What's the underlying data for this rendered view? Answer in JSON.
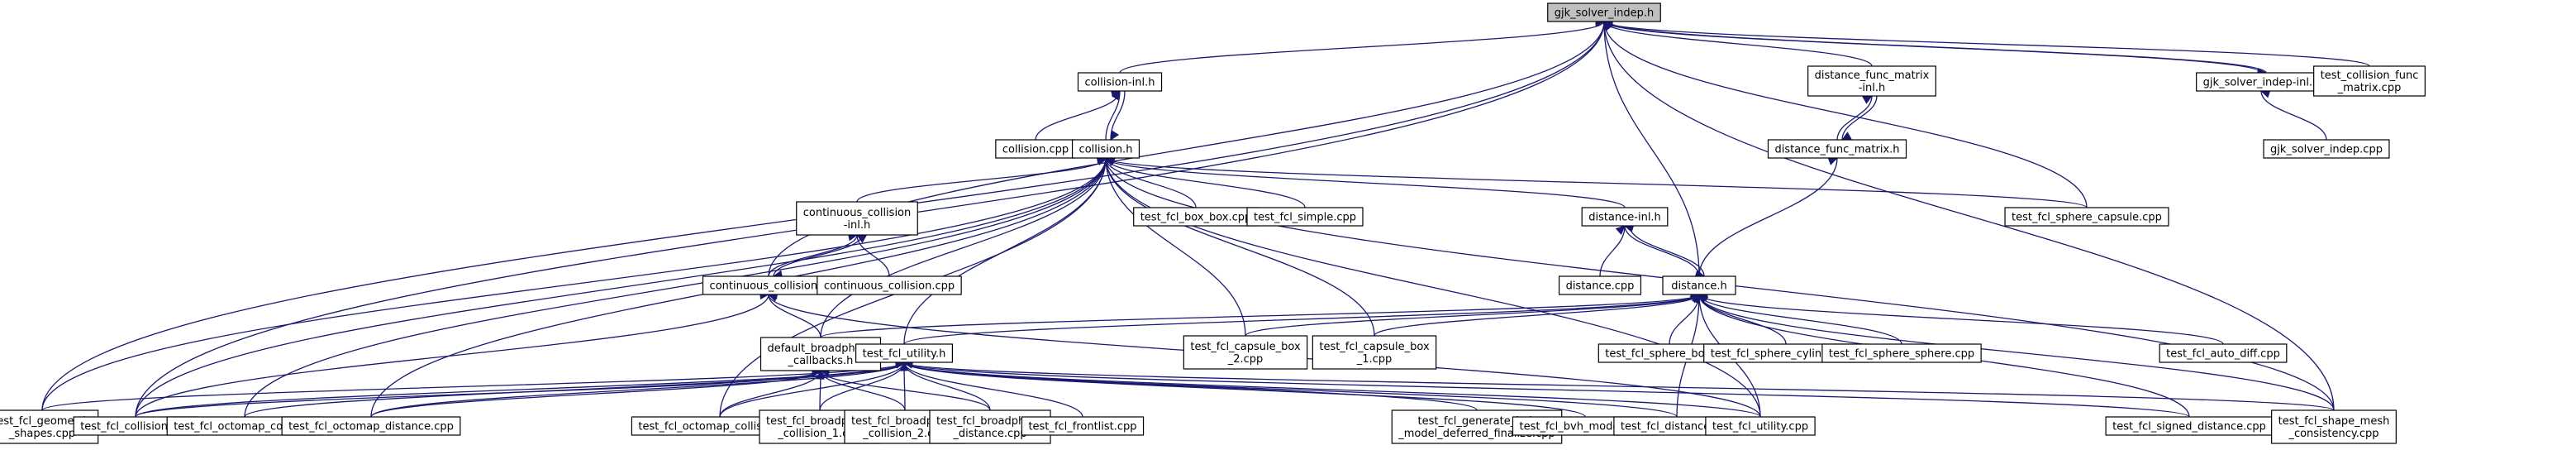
{
  "graph": {
    "type": "include-dependency-graph",
    "root": "gjk_solver_indep",
    "colors": {
      "edge": "#191970",
      "root_fill": "#bfbfbf",
      "node_fill": "#ffffff",
      "node_border": "#000000"
    },
    "nodes": [
      {
        "id": "gjk_solver_indep",
        "lines": [
          "gjk_solver_indep.h"
        ],
        "root": true
      },
      {
        "id": "collision_inl",
        "lines": [
          "collision-inl.h"
        ]
      },
      {
        "id": "distance_func_matrix_inl",
        "lines": [
          "distance_func_matrix",
          "-inl.h"
        ]
      },
      {
        "id": "gjk_solver_indep_inl",
        "lines": [
          "gjk_solver_indep-inl.h"
        ]
      },
      {
        "id": "test_collision_func_matrix",
        "lines": [
          "test_collision_func",
          "_matrix.cpp"
        ]
      },
      {
        "id": "collision_cpp",
        "lines": [
          "collision.cpp"
        ]
      },
      {
        "id": "collision_h",
        "lines": [
          "collision.h"
        ]
      },
      {
        "id": "distance_func_matrix_h",
        "lines": [
          "distance_func_matrix.h"
        ]
      },
      {
        "id": "gjk_solver_indep_cpp",
        "lines": [
          "gjk_solver_indep.cpp"
        ]
      },
      {
        "id": "continuous_collision_inl",
        "lines": [
          "continuous_collision",
          "-inl.h"
        ]
      },
      {
        "id": "test_fcl_box_box",
        "lines": [
          "test_fcl_box_box.cpp"
        ]
      },
      {
        "id": "test_fcl_simple",
        "lines": [
          "test_fcl_simple.cpp"
        ]
      },
      {
        "id": "distance_inl",
        "lines": [
          "distance-inl.h"
        ]
      },
      {
        "id": "test_fcl_sphere_capsule",
        "lines": [
          "test_fcl_sphere_capsule.cpp"
        ]
      },
      {
        "id": "continuous_collision_h",
        "lines": [
          "continuous_collision.h"
        ]
      },
      {
        "id": "continuous_collision_cpp",
        "lines": [
          "continuous_collision.cpp"
        ]
      },
      {
        "id": "distance_cpp",
        "lines": [
          "distance.cpp"
        ]
      },
      {
        "id": "distance_h",
        "lines": [
          "distance.h"
        ]
      },
      {
        "id": "default_broadphase_callbacks",
        "lines": [
          "default_broadphase",
          "_callbacks.h"
        ]
      },
      {
        "id": "test_fcl_utility_h",
        "lines": [
          "test_fcl_utility.h"
        ]
      },
      {
        "id": "test_fcl_capsule_box_2",
        "lines": [
          "test_fcl_capsule_box",
          "_2.cpp"
        ]
      },
      {
        "id": "test_fcl_capsule_box_1",
        "lines": [
          "test_fcl_capsule_box",
          "_1.cpp"
        ]
      },
      {
        "id": "test_fcl_sphere_box",
        "lines": [
          "test_fcl_sphere_box.cpp"
        ]
      },
      {
        "id": "test_fcl_sphere_cylinder",
        "lines": [
          "test_fcl_sphere_cylinder.cpp"
        ]
      },
      {
        "id": "test_fcl_sphere_sphere",
        "lines": [
          "test_fcl_sphere_sphere.cpp"
        ]
      },
      {
        "id": "test_fcl_auto_diff",
        "lines": [
          "test_fcl_auto_diff.cpp"
        ]
      },
      {
        "id": "test_fcl_geometric_shapes",
        "lines": [
          "test_fcl_geometric",
          "_shapes.cpp"
        ]
      },
      {
        "id": "test_fcl_collision",
        "lines": [
          "test_fcl_collision.cpp"
        ]
      },
      {
        "id": "test_fcl_octomap_cost",
        "lines": [
          "test_fcl_octomap_cost.cpp"
        ]
      },
      {
        "id": "test_fcl_octomap_distance",
        "lines": [
          "test_fcl_octomap_distance.cpp"
        ]
      },
      {
        "id": "test_fcl_octomap_collision",
        "lines": [
          "test_fcl_octomap_collision.cpp"
        ]
      },
      {
        "id": "test_fcl_broadphase_collision_1",
        "lines": [
          "test_fcl_broadphase",
          "_collision_1.cpp"
        ]
      },
      {
        "id": "test_fcl_broadphase_collision_2",
        "lines": [
          "test_fcl_broadphase",
          "_collision_2.cpp"
        ]
      },
      {
        "id": "test_fcl_broadphase_distance",
        "lines": [
          "test_fcl_broadphase",
          "_distance.cpp"
        ]
      },
      {
        "id": "test_fcl_frontlist",
        "lines": [
          "test_fcl_frontlist.cpp"
        ]
      },
      {
        "id": "test_fcl_generate_bvh",
        "lines": [
          "test_fcl_generate_bvh",
          "_model_deferred_finalize.cpp"
        ]
      },
      {
        "id": "test_fcl_bvh_models",
        "lines": [
          "test_fcl_bvh_models.cpp"
        ]
      },
      {
        "id": "test_fcl_distance",
        "lines": [
          "test_fcl_distance.cpp"
        ]
      },
      {
        "id": "test_fcl_utility_cpp",
        "lines": [
          "test_fcl_utility.cpp"
        ]
      },
      {
        "id": "test_fcl_signed_distance",
        "lines": [
          "test_fcl_signed_distance.cpp"
        ]
      },
      {
        "id": "test_fcl_shape_mesh_consistency",
        "lines": [
          "test_fcl_shape_mesh",
          "_consistency.cpp"
        ]
      }
    ],
    "edges": [
      [
        "collision_inl",
        "gjk_solver_indep"
      ],
      [
        "distance_func_matrix_inl",
        "gjk_solver_indep"
      ],
      [
        "gjk_solver_indep_inl",
        "gjk_solver_indep"
      ],
      [
        "gjk_solver_indep",
        "gjk_solver_indep_inl"
      ],
      [
        "test_collision_func_matrix",
        "gjk_solver_indep"
      ],
      [
        "test_fcl_sphere_capsule",
        "gjk_solver_indep"
      ],
      [
        "distance_h",
        "gjk_solver_indep"
      ],
      [
        "test_fcl_shape_mesh_consistency",
        "gjk_solver_indep"
      ],
      [
        "continuous_collision_h",
        "gjk_solver_indep"
      ],
      [
        "test_fcl_collision",
        "gjk_solver_indep"
      ],
      [
        "test_fcl_geometric_shapes",
        "gjk_solver_indep"
      ],
      [
        "collision_h",
        "collision_inl"
      ],
      [
        "collision_inl",
        "collision_h"
      ],
      [
        "collision_cpp",
        "collision_inl"
      ],
      [
        "distance_func_matrix_h",
        "distance_func_matrix_inl"
      ],
      [
        "distance_func_matrix_inl",
        "distance_func_matrix_h"
      ],
      [
        "gjk_solver_indep_cpp",
        "gjk_solver_indep_inl"
      ],
      [
        "distance_h",
        "distance_func_matrix_h"
      ],
      [
        "test_fcl_box_box",
        "collision_h"
      ],
      [
        "test_fcl_simple",
        "collision_h"
      ],
      [
        "distance_inl",
        "collision_h"
      ],
      [
        "test_fcl_sphere_capsule",
        "collision_h"
      ],
      [
        "test_fcl_shape_mesh_consistency",
        "collision_h"
      ],
      [
        "continuous_collision_inl",
        "collision_h"
      ],
      [
        "default_broadphase_callbacks",
        "collision_h"
      ],
      [
        "test_fcl_utility_h",
        "collision_h"
      ],
      [
        "test_fcl_capsule_box_2",
        "collision_h"
      ],
      [
        "test_fcl_capsule_box_1",
        "collision_h"
      ],
      [
        "test_fcl_utility_cpp",
        "collision_h"
      ],
      [
        "test_fcl_geometric_shapes",
        "collision_h"
      ],
      [
        "test_fcl_collision",
        "collision_h"
      ],
      [
        "test_fcl_octomap_cost",
        "collision_h"
      ],
      [
        "test_fcl_octomap_distance",
        "collision_h"
      ],
      [
        "test_fcl_octomap_collision",
        "collision_h"
      ],
      [
        "continuous_collision_h",
        "continuous_collision_inl"
      ],
      [
        "continuous_collision_inl",
        "continuous_collision_h"
      ],
      [
        "continuous_collision_cpp",
        "continuous_collision_inl"
      ],
      [
        "distance_cpp",
        "distance_inl"
      ],
      [
        "distance_h",
        "distance_inl"
      ],
      [
        "distance_inl",
        "distance_h"
      ],
      [
        "default_broadphase_callbacks",
        "continuous_collision_h"
      ],
      [
        "test_fcl_collision",
        "continuous_collision_h"
      ],
      [
        "test_fcl_utility_cpp",
        "continuous_collision_h"
      ],
      [
        "default_broadphase_callbacks",
        "distance_h"
      ],
      [
        "test_fcl_utility_h",
        "distance_h"
      ],
      [
        "test_fcl_capsule_box_2",
        "distance_h"
      ],
      [
        "test_fcl_capsule_box_1",
        "distance_h"
      ],
      [
        "test_fcl_sphere_box",
        "distance_h"
      ],
      [
        "test_fcl_sphere_cylinder",
        "distance_h"
      ],
      [
        "test_fcl_sphere_sphere",
        "distance_h"
      ],
      [
        "test_fcl_auto_diff",
        "distance_h"
      ],
      [
        "test_fcl_shape_mesh_consistency",
        "distance_h"
      ],
      [
        "test_fcl_utility_cpp",
        "distance_h"
      ],
      [
        "test_fcl_signed_distance",
        "distance_h"
      ],
      [
        "test_fcl_distance",
        "distance_h"
      ],
      [
        "test_fcl_collision",
        "default_broadphase_callbacks"
      ],
      [
        "test_fcl_octomap_distance",
        "default_broadphase_callbacks"
      ],
      [
        "test_fcl_octomap_collision",
        "default_broadphase_callbacks"
      ],
      [
        "test_fcl_broadphase_collision_1",
        "default_broadphase_callbacks"
      ],
      [
        "test_fcl_broadphase_collision_2",
        "default_broadphase_callbacks"
      ],
      [
        "test_fcl_broadphase_distance",
        "default_broadphase_callbacks"
      ],
      [
        "test_fcl_geometric_shapes",
        "test_fcl_utility_h"
      ],
      [
        "test_fcl_collision",
        "test_fcl_utility_h"
      ],
      [
        "test_fcl_octomap_cost",
        "test_fcl_utility_h"
      ],
      [
        "test_fcl_octomap_distance",
        "test_fcl_utility_h"
      ],
      [
        "test_fcl_octomap_collision",
        "test_fcl_utility_h"
      ],
      [
        "test_fcl_broadphase_collision_1",
        "test_fcl_utility_h"
      ],
      [
        "test_fcl_broadphase_collision_2",
        "test_fcl_utility_h"
      ],
      [
        "test_fcl_broadphase_distance",
        "test_fcl_utility_h"
      ],
      [
        "test_fcl_frontlist",
        "test_fcl_utility_h"
      ],
      [
        "test_fcl_generate_bvh",
        "test_fcl_utility_h"
      ],
      [
        "test_fcl_bvh_models",
        "test_fcl_utility_h"
      ],
      [
        "test_fcl_distance",
        "test_fcl_utility_h"
      ],
      [
        "test_fcl_utility_cpp",
        "test_fcl_utility_h"
      ],
      [
        "test_fcl_signed_distance",
        "test_fcl_utility_h"
      ],
      [
        "test_fcl_shape_mesh_consistency",
        "test_fcl_utility_h"
      ]
    ]
  }
}
